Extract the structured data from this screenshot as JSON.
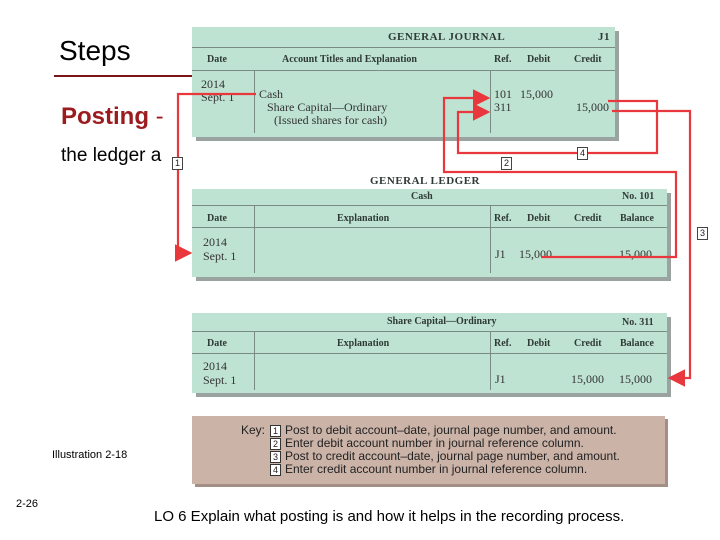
{
  "slide": {
    "title": "Steps",
    "posting_word": "Posting",
    "posting_dash": "-",
    "ledger_fragment": "the ledger a",
    "illustration": "Illustration 2-18",
    "slide_number": "2-26",
    "lo": "LO 6  Explain what posting is and how it helps in the recording process."
  },
  "journal": {
    "title": "GENERAL JOURNAL",
    "page": "J1",
    "headers": {
      "date": "Date",
      "account": "Account Titles and Explanation",
      "ref": "Ref.",
      "debit": "Debit",
      "credit": "Credit"
    },
    "year": "2014",
    "date": "Sept. 1",
    "debit_account": "Cash",
    "credit_account": "Share Capital—Ordinary",
    "explanation": "(Issued shares for cash)",
    "debit_ref": "101",
    "credit_ref": "311",
    "debit_amount": "15,000",
    "credit_amount": "15,000"
  },
  "ledger": {
    "title": "GENERAL LEDGER",
    "cash": {
      "name": "Cash",
      "number": "No. 101",
      "headers": {
        "date": "Date",
        "explanation": "Explanation",
        "ref": "Ref.",
        "debit": "Debit",
        "credit": "Credit",
        "balance": "Balance"
      },
      "year": "2014",
      "date": "Sept. 1",
      "ref": "J1",
      "debit": "15,000",
      "balance": "15,000"
    },
    "share": {
      "name": "Share Capital—Ordinary",
      "number": "No. 311",
      "headers": {
        "date": "Date",
        "explanation": "Explanation",
        "ref": "Ref.",
        "debit": "Debit",
        "credit": "Credit",
        "balance": "Balance"
      },
      "year": "2014",
      "date": "Sept. 1",
      "ref": "J1",
      "credit": "15,000",
      "balance": "15,000"
    }
  },
  "key": {
    "label": "Key:",
    "items": [
      {
        "num": "1",
        "text": "Post to debit account–date, journal page number, and amount."
      },
      {
        "num": "2",
        "text": "Enter debit account number in journal reference column."
      },
      {
        "num": "3",
        "text": "Post to credit account–date, journal page number, and amount."
      },
      {
        "num": "4",
        "text": "Enter credit account number in journal reference column."
      }
    ]
  },
  "markers": [
    "1",
    "2",
    "3",
    "4"
  ],
  "colors": {
    "panel": "#bfe3d2",
    "key_panel": "#cbb3a8",
    "arrow": "#e8383d",
    "accent": "#9b1b1e"
  }
}
